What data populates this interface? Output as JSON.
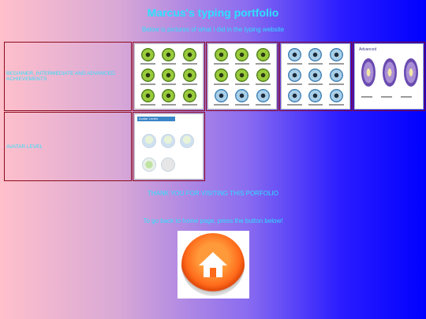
{
  "header": {
    "title": "Marcus's typing portfolio",
    "subtitle": "Below is pictures of what I did in the typing website"
  },
  "rows": [
    {
      "label": "BEGINNER, INTERMEDIATE AND ADVANCED ACHIEVEMENTS"
    },
    {
      "label": "AVATAR LEVEL"
    }
  ],
  "thumbnails": {
    "advanced": {
      "title": "Advanced"
    },
    "avatar": {
      "title": "Avatar Levels"
    }
  },
  "footer": {
    "thanks": "THANK YOU FOR VISITING THIS PORFOLIO",
    "instruction": "To go back to home page, press the button below!"
  },
  "icons": {
    "home": "home-icon"
  },
  "colors": {
    "text_accent": "#2fe0ff",
    "border": "#8b0a1a",
    "home_button": "#ff6a1a"
  }
}
